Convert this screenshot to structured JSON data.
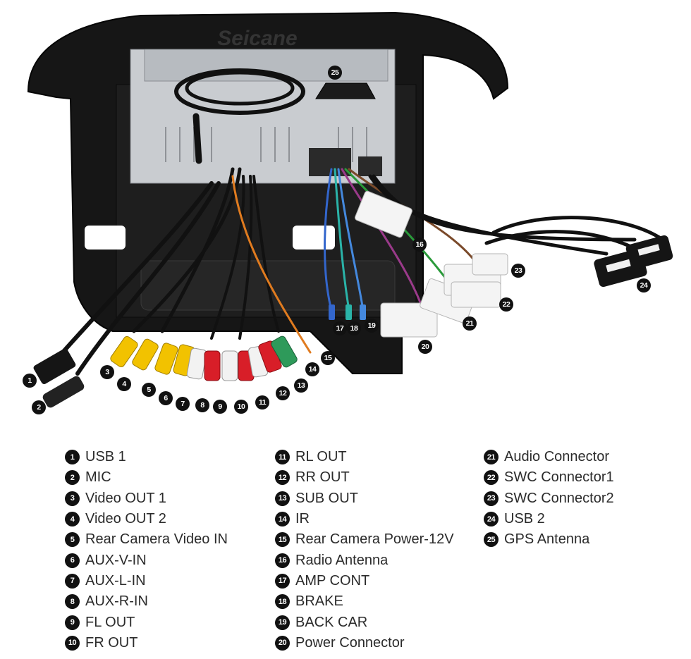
{
  "logo_text": "Seicane",
  "legend": {
    "column1": [
      {
        "num": "1",
        "label": "USB 1"
      },
      {
        "num": "2",
        "label": "MIC"
      },
      {
        "num": "3",
        "label": "Video OUT 1"
      },
      {
        "num": "4",
        "label": "Video OUT 2"
      },
      {
        "num": "5",
        "label": "Rear Camera Video IN"
      },
      {
        "num": "6",
        "label": "AUX-V-IN"
      },
      {
        "num": "7",
        "label": "AUX-L-IN"
      },
      {
        "num": "8",
        "label": "AUX-R-IN"
      },
      {
        "num": "9",
        "label": "FL OUT"
      },
      {
        "num": "10",
        "label": "FR OUT"
      }
    ],
    "column2": [
      {
        "num": "11",
        "label": "RL OUT"
      },
      {
        "num": "12",
        "label": "RR OUT"
      },
      {
        "num": "13",
        "label": "SUB OUT"
      },
      {
        "num": "14",
        "label": "IR"
      },
      {
        "num": "15",
        "label": "Rear Camera Power-12V"
      },
      {
        "num": "16",
        "label": "Radio Antenna"
      },
      {
        "num": "17",
        "label": "AMP CONT"
      },
      {
        "num": "18",
        "label": "BRAKE"
      },
      {
        "num": "19",
        "label": "BACK CAR"
      },
      {
        "num": "20",
        "label": "Power Connector"
      }
    ],
    "column3": [
      {
        "num": "21",
        "label": "Audio Connector"
      },
      {
        "num": "22",
        "label": "SWC Connector1"
      },
      {
        "num": "23",
        "label": "SWC Connector2"
      },
      {
        "num": "24",
        "label": "USB 2"
      },
      {
        "num": "25",
        "label": "GPS Antenna"
      }
    ]
  },
  "markers": [
    "1",
    "2",
    "3",
    "4",
    "5",
    "6",
    "7",
    "8",
    "9",
    "10",
    "11",
    "12",
    "13",
    "14",
    "15",
    "16",
    "17",
    "18",
    "19",
    "20",
    "21",
    "22",
    "23",
    "24",
    "25"
  ],
  "colors": {
    "frame": "#151515",
    "chassis": "#c9ccd0",
    "rca_yellow": "#f2c200",
    "rca_red": "#d81e28",
    "rca_white": "#f2f2f2",
    "rca_green": "#2e9a5a",
    "connector_white": "#f4f4f4",
    "badge": "#111111"
  }
}
